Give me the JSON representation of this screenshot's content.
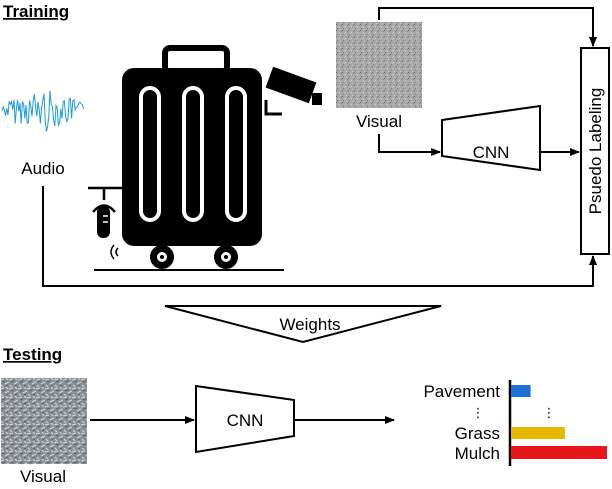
{
  "training": {
    "heading": "Training",
    "audio_label": "Audio",
    "visual_label": "Visual",
    "cnn_label": "CNN",
    "pseudo_label": "Psuedo Labeling"
  },
  "weights_label": "Weights",
  "testing": {
    "heading": "Testing",
    "visual_label": "Visual",
    "cnn_label": "CNN"
  },
  "chart_data": {
    "type": "bar",
    "orientation": "horizontal",
    "categories": [
      "Pavement",
      "Grass",
      "Mulch"
    ],
    "values": [
      0.2,
      0.55,
      0.98
    ],
    "colors": [
      "#1f6fd9",
      "#e6b800",
      "#e8161b"
    ],
    "ellipsis": "⋮",
    "title": "",
    "xlabel": "",
    "ylabel": "",
    "xlim": [
      0,
      1
    ]
  },
  "colors": {
    "ink": "#000000",
    "audio_wave": "#1e9be0",
    "visual_texture": "#9a9a9a"
  }
}
